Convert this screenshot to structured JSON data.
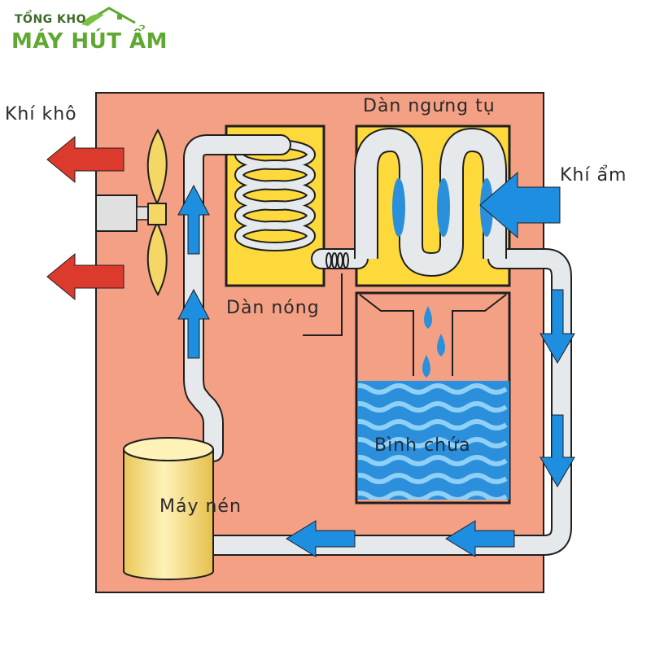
{
  "brand": {
    "top": "TỔNG KHO",
    "name": "MÁY HÚT ẨM",
    "color_green": "#5fa832",
    "color_dark": "#3d6b2a"
  },
  "labels": {
    "dry_air": "Khí khô",
    "condenser": "Dàn ngưng tụ",
    "humid_air": "Khí ẩm",
    "hot_coil": "Dàn nóng",
    "tank": "Bình chứa",
    "compressor": "Máy nén"
  },
  "colors": {
    "casing": "#f4a085",
    "coil_panel": "#fed93c",
    "pipe": "#e6e9ec",
    "water": "#2b8fdb",
    "flow_arrow": "#1d8ee0",
    "dry_arrow": "#dd3a2e",
    "fan": "#f5d766"
  }
}
